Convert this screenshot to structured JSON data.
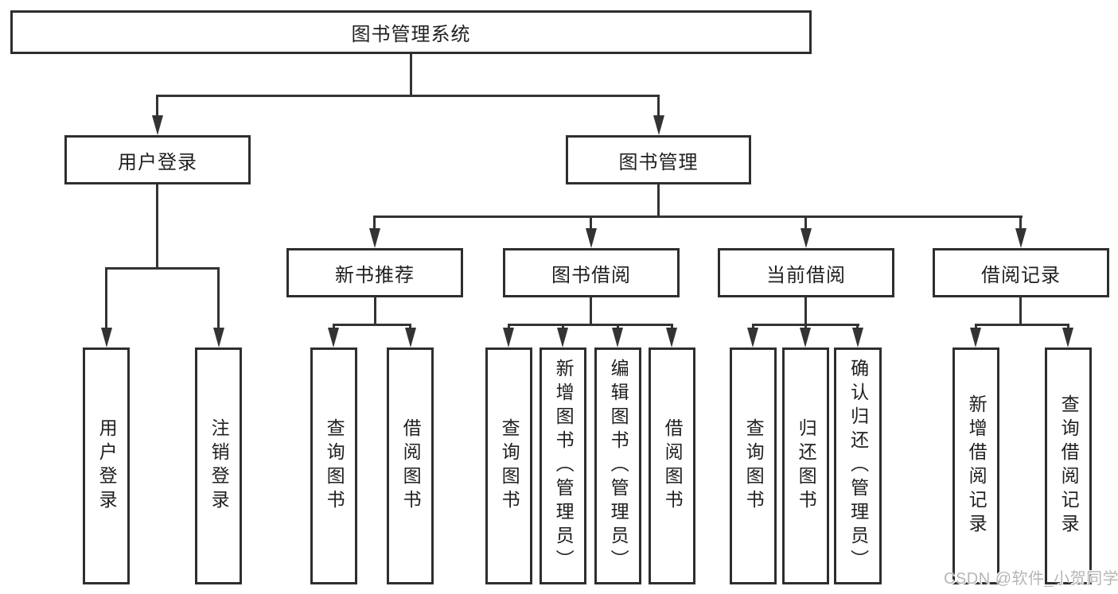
{
  "colors": {
    "background": "#ffffff",
    "line": "#333333",
    "box_border": "#2e2e2e",
    "text": "#1f1f1f",
    "watermark_text": "#b6b6b6"
  },
  "watermark": {
    "text": "CSDN @软件_小贺同学"
  },
  "tree": {
    "label": "图书管理系统",
    "children": [
      {
        "label": "用户登录",
        "children": [
          {
            "label": "用户登录"
          },
          {
            "label": "注销登录"
          }
        ]
      },
      {
        "label": "图书管理",
        "children": [
          {
            "label": "新书推荐",
            "children": [
              {
                "label": "查询图书"
              },
              {
                "label": "借阅图书"
              }
            ]
          },
          {
            "label": "图书借阅",
            "children": [
              {
                "label": "查询图书"
              },
              {
                "label": "新增图书（管理员）"
              },
              {
                "label": "编辑图书（管理员）"
              },
              {
                "label": "借阅图书"
              }
            ]
          },
          {
            "label": "当前借阅",
            "children": [
              {
                "label": "查询图书"
              },
              {
                "label": "归还图书"
              },
              {
                "label": "确认归还（管理员）"
              }
            ]
          },
          {
            "label": "借阅记录",
            "children": [
              {
                "label": "新增借阅记录"
              },
              {
                "label": "查询借阅记录"
              }
            ]
          }
        ]
      }
    ]
  }
}
